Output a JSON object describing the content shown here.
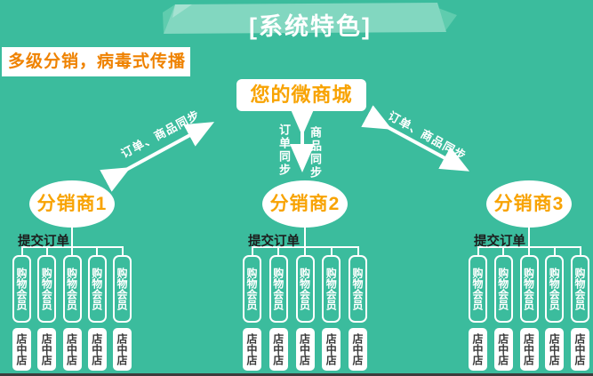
{
  "palette": {
    "bg": "#3bbc9d",
    "banner": "#82d7c0",
    "bannerFold": "#5fccae",
    "white": "#ffffff",
    "headlineOrange": "#ef8200",
    "nodeOrange": "#f8a302",
    "darkText": "#1d1d1d",
    "storeText": "#3a3a3a",
    "bottomLine": "#3c3c3c"
  },
  "banner": {
    "title": "[系统特色]"
  },
  "headline": {
    "text": "多级分销，病毒式传播"
  },
  "mall": {
    "label": "您的微商城"
  },
  "sync_arrows": {
    "left_label": "订单、商品同步",
    "middle_left_label": "订单同步",
    "middle_right_label": "商品同步",
    "right_label": "订单、商品同步"
  },
  "groups": [
    {
      "label": "分销商1",
      "submit_label": "提交订单"
    },
    {
      "label": "分销商2",
      "submit_label": "提交订单"
    },
    {
      "label": "分销商3",
      "submit_label": "提交订单"
    }
  ],
  "nodes": {
    "member_label": "购物会员",
    "store_label": "店中店",
    "members_per_group": 5,
    "stores_per_group": 5
  }
}
